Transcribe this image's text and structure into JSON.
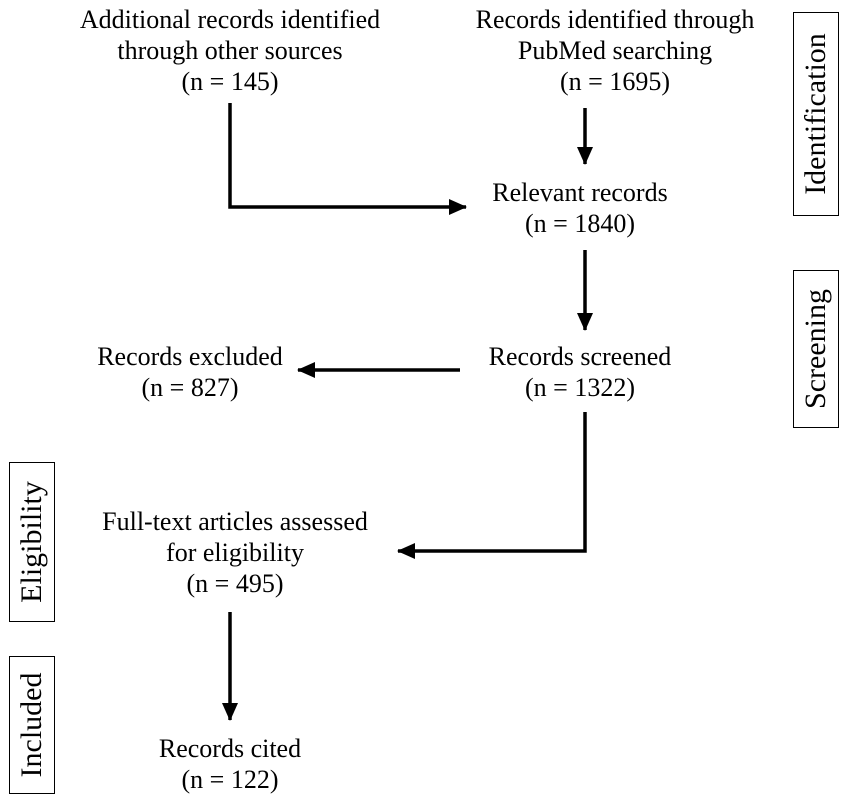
{
  "nodes": {
    "other_sources": {
      "line1": "Additional records identified",
      "line2": "through other sources",
      "count": "(n = 145)"
    },
    "pubmed": {
      "line1": "Records identified through",
      "line2": "PubMed searching",
      "count": "(n = 1695)"
    },
    "relevant": {
      "line1": "Relevant records",
      "count": "(n = 1840)"
    },
    "excluded": {
      "line1": "Records excluded",
      "count": "(n = 827)"
    },
    "screened": {
      "line1": "Records screened",
      "count": "(n = 1322)"
    },
    "full_text": {
      "line1": "Full-text articles assessed",
      "line2": "for eligibility",
      "count": "(n = 495)"
    },
    "cited": {
      "line1": "Records cited",
      "count": "(n = 122)"
    }
  },
  "stages": {
    "identification": "Identification",
    "screening": "Screening",
    "eligibility": "Eligibility",
    "included": "Included"
  },
  "colors": {
    "line": "#000000",
    "background": "#ffffff"
  }
}
